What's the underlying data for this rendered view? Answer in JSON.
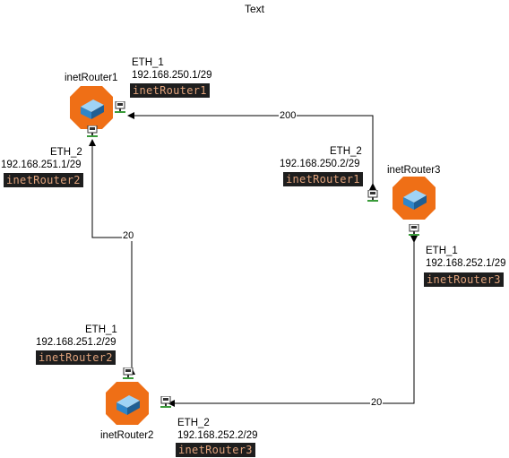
{
  "title": "Text",
  "routers": {
    "r1": {
      "name": "inetRouter1"
    },
    "r2": {
      "name": "inetRouter2"
    },
    "r3": {
      "name": "inetRouter3"
    }
  },
  "interfaces": {
    "r1_eth1": {
      "name": "ETH_1",
      "ip": "192.168.250.1/29",
      "tag": "inetRouter1"
    },
    "r1_eth2": {
      "name": "ETH_2",
      "ip": "192.168.251.1/29",
      "tag": "inetRouter2"
    },
    "r3_eth2": {
      "name": "ETH_2",
      "ip": "192.168.250.2/29",
      "tag": "inetRouter1"
    },
    "r3_eth1": {
      "name": "ETH_1",
      "ip": "192.168.252.1/29",
      "tag": "inetRouter3"
    },
    "r2_eth1": {
      "name": "ETH_1",
      "ip": "192.168.251.2/29",
      "tag": "inetRouter2"
    },
    "r2_eth2": {
      "name": "ETH_2",
      "ip": "192.168.252.2/29",
      "tag": "inetRouter3"
    }
  },
  "links": {
    "r1_r3": {
      "cost": "200"
    },
    "r1_r2": {
      "cost": "20"
    },
    "r3_r2": {
      "cost": "20"
    }
  },
  "colors": {
    "router_orange": "#ef6f16",
    "router_blue": "#2f86c9",
    "tag_bg": "#1e1e1e",
    "tag_text": "#e1a37c"
  },
  "icons": {
    "router": "router-icon",
    "port": "ethernet-port-icon"
  }
}
